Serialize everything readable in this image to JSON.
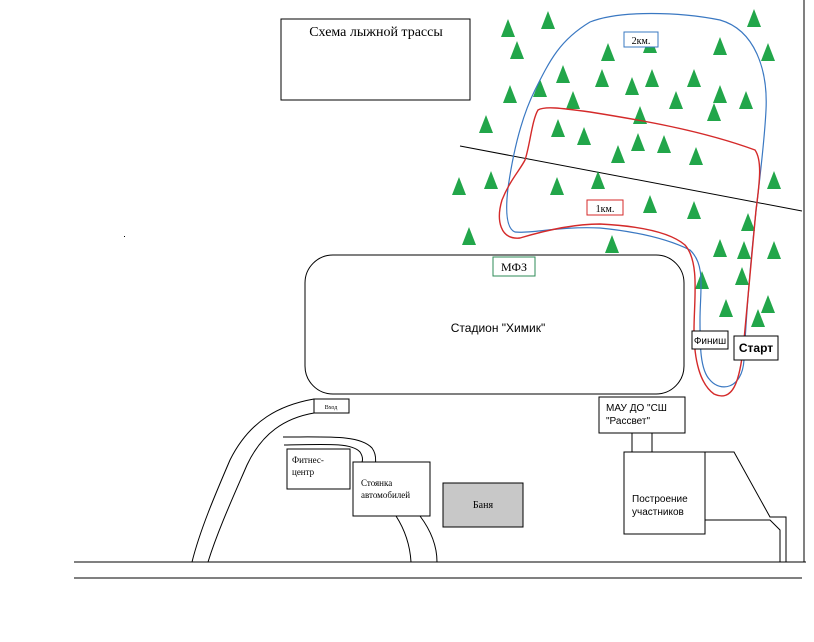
{
  "map": {
    "title": "Схема лыжной трассы",
    "route_labels": {
      "loop_2km": "2км.",
      "loop_1km": "1км."
    },
    "buildings": {
      "mfz": "МФЗ",
      "stadium": "Стадион \"Химик\"",
      "finish": "Финиш",
      "start": "Старт",
      "entrance": "Вход",
      "school_line1": "МАУ ДО \"СШ",
      "school_line2": "\"Рассвет\"",
      "fitness_line1": "Фитнес-",
      "fitness_line2": "центр",
      "parking_line1": "Стоянка",
      "parking_line2": "автомобилей",
      "bath": "Баня",
      "lineup_line1": "Построение",
      "lineup_line2": "участников"
    },
    "colors": {
      "route_2km": "#3a78c2",
      "route_1km": "#d42a2a",
      "mfz_border": "#2e8b57",
      "tree": "#22a64a",
      "bath_fill": "#c8c8c8",
      "line": "#000000"
    },
    "legend": {
      "tree_icon": "spruce-tree-icon"
    }
  }
}
